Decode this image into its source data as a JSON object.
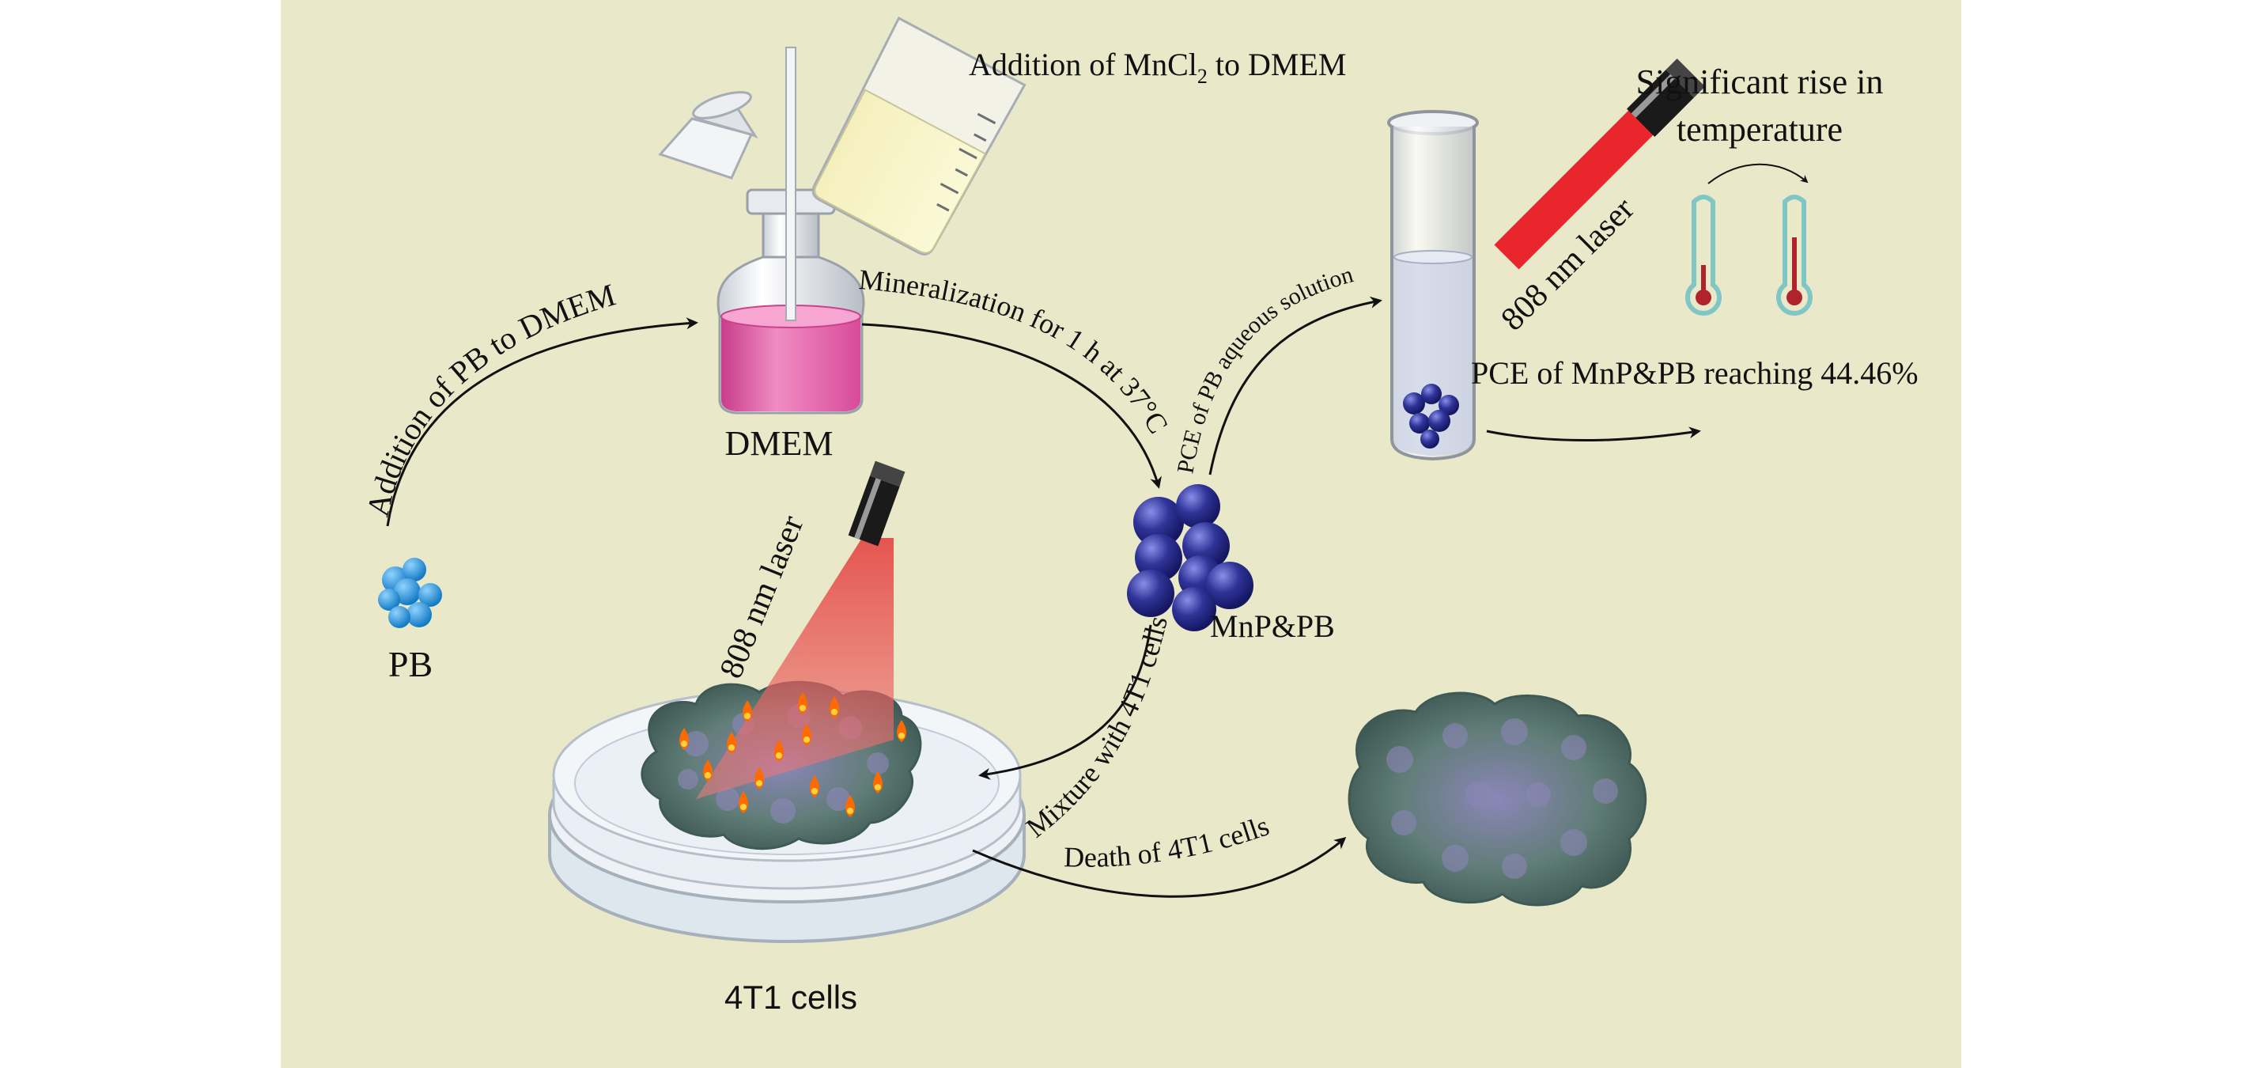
{
  "colors": {
    "panel_bg": "#e9e8c8",
    "pb_particle": "#1e8fd6",
    "mnp_particle": "#2a2f8e",
    "dmem_liquid": "#e85aa8",
    "laser_beam": "#e8262b",
    "thermometer": "#7fc6c4",
    "thermo_red": "#b1232c",
    "cells": "#5d7a73",
    "flame": "#ff7a1a",
    "arrow": "#111111"
  },
  "labels": {
    "pb": "PB",
    "dmem": "DMEM",
    "mnp_pb": "MnP&PB",
    "cells_4t1": "4T1 cells",
    "addition_pb": "Addition of PB to DMEM",
    "addition_mncl2_pre": "Addition of MnCl",
    "addition_mncl2_sub": "2",
    "addition_mncl2_post": " to DMEM",
    "mineralization": "Mineralization for 1 h at 37°C",
    "pce_pb": "PCE of PB aqueous solution",
    "laser_tube": "808 nm laser",
    "laser_dish": "808 nm laser",
    "pce_mnp": "PCE of MnP&PB reaching 44.46%",
    "temp_line1": "Significant rise in",
    "temp_line2": "temperature",
    "mixture": "Mixture with 4T1 cells",
    "death": "Death of 4T1 cells"
  },
  "icons": [
    "pb-particles-icon",
    "dmem-bottle-icon",
    "beaker-icon",
    "lid-cup-icon",
    "mnp-particles-icon",
    "test-tube-icon",
    "laser-device-icon",
    "thermometer-low-icon",
    "thermometer-high-icon",
    "petri-dish-icon",
    "flame-icon",
    "dead-cells-icon"
  ]
}
